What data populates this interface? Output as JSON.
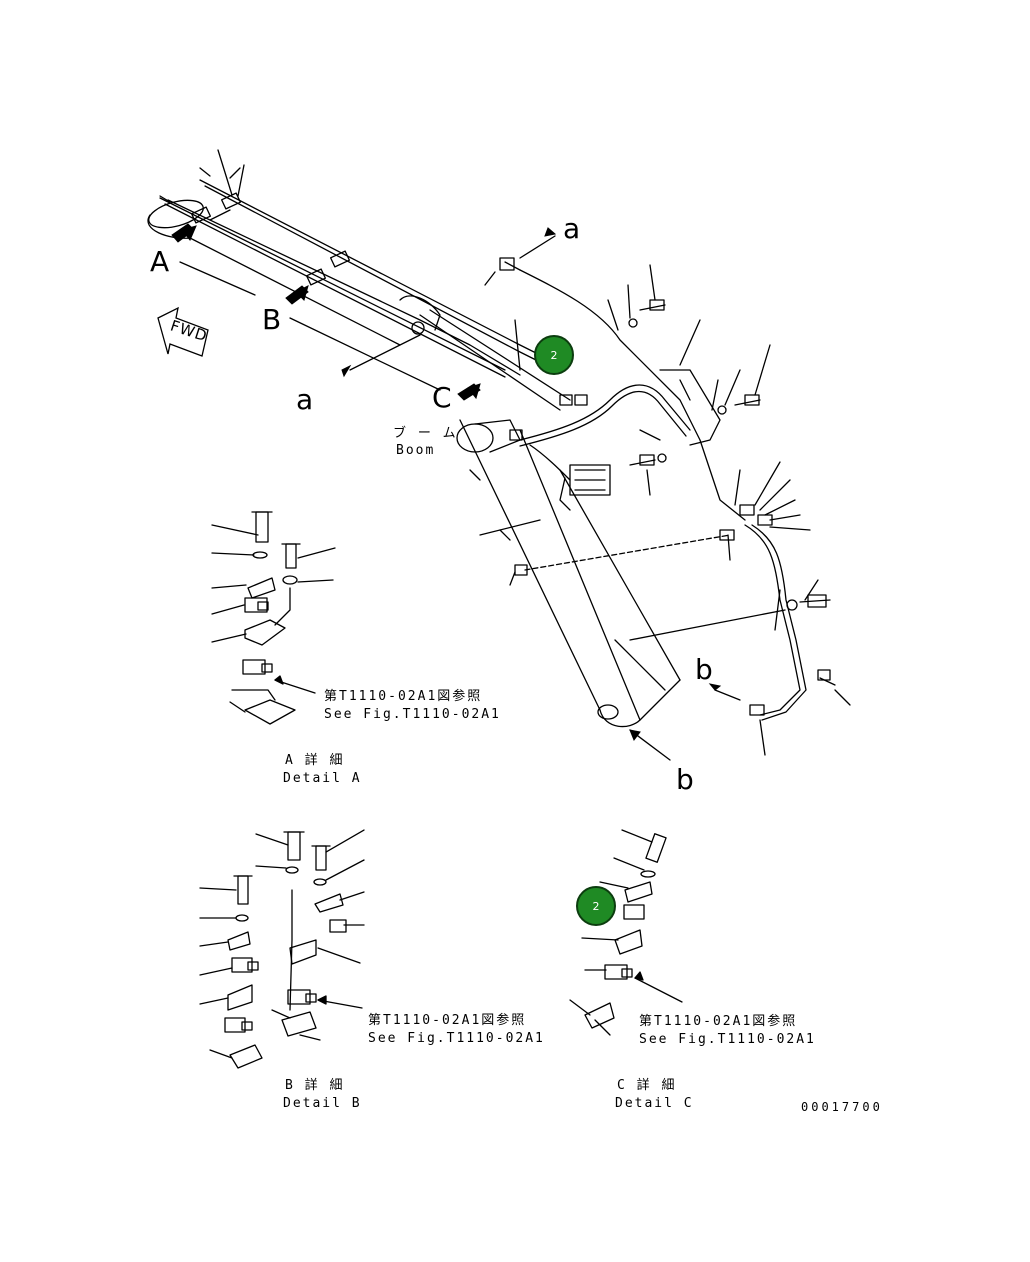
{
  "callouts": {
    "main": "2",
    "detail_c": "2"
  },
  "view_letters": {
    "A": "A",
    "B": "B",
    "C": "C",
    "a_top": "a",
    "a_bottom": "a",
    "b_top": "b",
    "b_bottom": "b"
  },
  "fwd_label": "FWD",
  "boom_label": {
    "jp": "ブ ー ム",
    "en": "Boom"
  },
  "detail_a": {
    "ref_jp": "第T1110-02A1図参照",
    "ref_en": "See Fig.T1110-02A1",
    "title_jp": "A 詳 細",
    "title_en": "Detail A"
  },
  "detail_b": {
    "ref_jp": "第T1110-02A1図参照",
    "ref_en": "See Fig.T1110-02A1",
    "title_jp": "B 詳 細",
    "title_en": "Detail B"
  },
  "detail_c": {
    "ref_jp": "第T1110-02A1図参照",
    "ref_en": "See Fig.T1110-02A1",
    "title_jp": "C 詳 細",
    "title_en": "Detail C"
  },
  "drawing_number": "00017700",
  "callout_color": "#1f8a24"
}
